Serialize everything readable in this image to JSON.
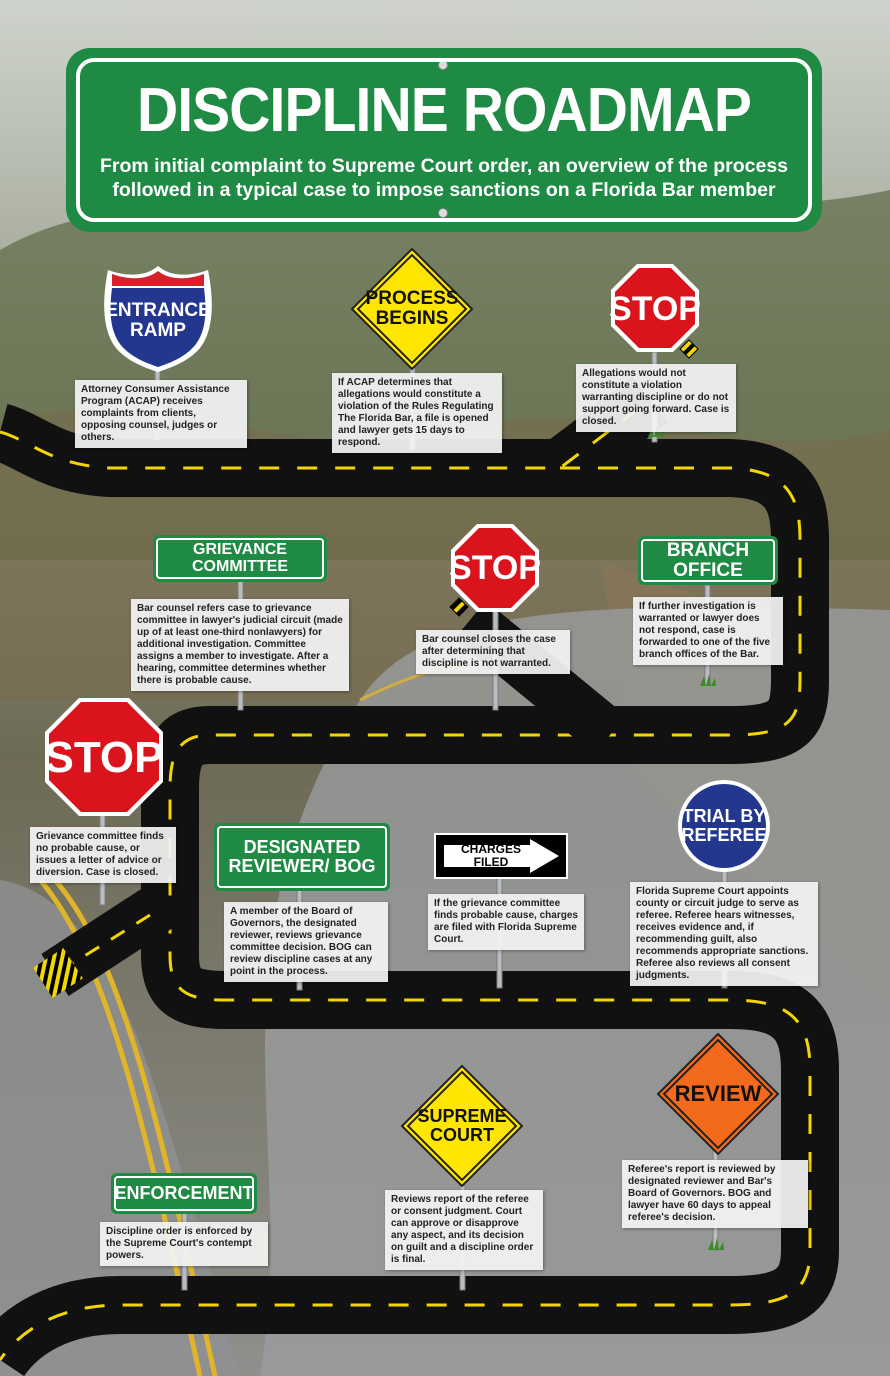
{
  "title": "DISCIPLINE ROADMAP",
  "subtitle": "From initial complaint to Supreme Court order, an overview of the process followed in a typical case to impose sanctions on a Florida Bar member",
  "signs": {
    "entrance": "ENTRANCE RAMP",
    "process": "PROCESS BEGINS",
    "stop1": "STOP",
    "grievance": "GRIEVANCE COMMITTEE",
    "stop2": "STOP",
    "branch": "BRANCH OFFICE",
    "stop3": "STOP",
    "designated": "DESIGNATED REVIEWER/ BOG",
    "charges": "CHARGES FILED",
    "trial": "TRIAL BY REFEREE",
    "review": "REVIEW",
    "supreme": "SUPREME COURT",
    "enforcement": "ENFORCEMENT"
  },
  "notes": {
    "entrance": "Attorney Consumer Assistance Program (ACAP) receives complaints from clients, opposing counsel, judges or others.",
    "process": "If ACAP determines that allegations would constitute a violation of the Rules Regulating The Florida Bar, a file is opened and lawyer gets 15 days to respond.",
    "stop1": "Allegations would not constitute a violation warranting discipline or do not support going forward. Case is closed.",
    "grievance": "Bar counsel refers case to grievance committee in lawyer's judicial circuit (made up of at least one-third nonlawyers) for additional investigation. Committee assigns a member to investigate. After a hearing, committee determines whether there is probable cause.",
    "stop2": "Bar counsel closes the case after determining that discipline is not warranted.",
    "branch": "If further investigation is warranted or lawyer does not respond, case is forwarded to one of the five branch offices of the Bar.",
    "stop3": "Grievance committee finds no probable cause, or issues a letter of advice or diversion. Case is closed.",
    "designated": "A member of the Board of Governors, the designated reviewer, reviews grievance committee decision. BOG can review discipline cases at any point in the process.",
    "charges": "If the grievance committee finds probable cause, charges are filed with Florida Supreme Court.",
    "trial": "Florida Supreme Court appoints county or circuit judge to serve as referee. Referee hears witnesses, receives evidence and, if recommending guilt, also recommends appropriate sanctions. Referee also reviews all consent judgments.",
    "review": "Referee's report is reviewed by designated reviewer and Bar's Board of Governors. BOG and lawyer have 60 days to appeal referee's decision.",
    "supreme": "Reviews report of the referee or consent judgment. Court can approve or disapprove any aspect, and its decision on guilt and a discipline order is final.",
    "enforcement": "Discipline order is enforced by the Supreme Court's contempt powers."
  },
  "colors": {
    "green": "#1f8a43",
    "stop_red": "#d9141c",
    "yellow": "#ffe600",
    "orange": "#f36a1c",
    "interstate_blue": "#24378f",
    "interstate_red": "#d6202a",
    "road": "#111111",
    "lane_line": "#f2d600"
  }
}
